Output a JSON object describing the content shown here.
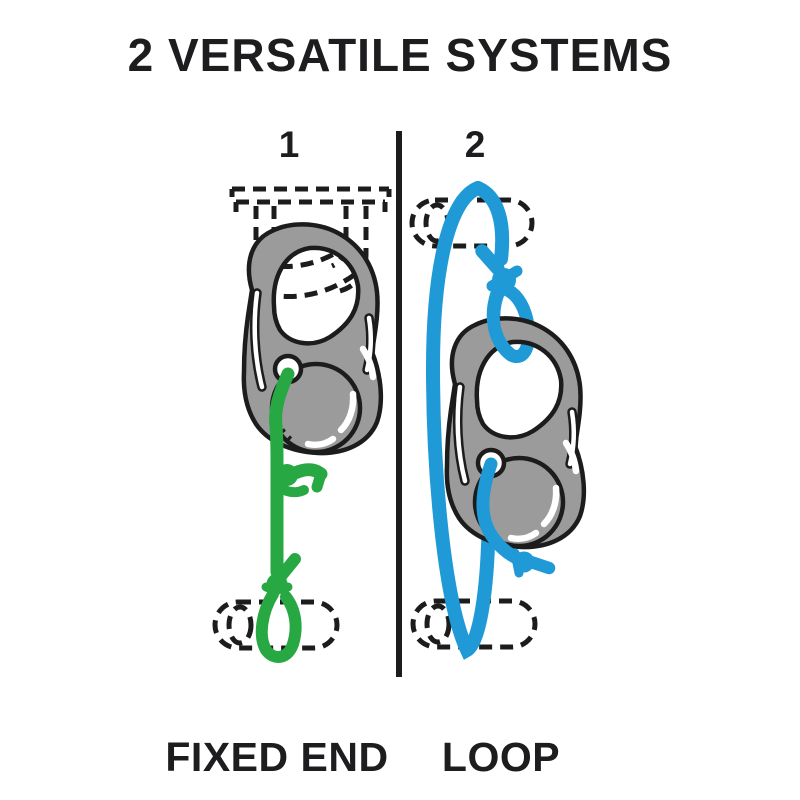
{
  "title": "2 VERSATILE SYSTEMS",
  "panels": [
    {
      "number": "1",
      "label": "FIXED END",
      "cord_color_name": "green"
    },
    {
      "number": "2",
      "label": "LOOP",
      "cord_color_name": "blue"
    }
  ],
  "colors": {
    "cord_green": "#27a843",
    "cord_blue": "#1f9ad6",
    "hardware_gray": "#9b9b9b",
    "outline_black": "#1c1c1c",
    "background": "#ffffff",
    "text": "#1d1d20"
  },
  "icons": [
    {
      "name": "carabiner-cord-tightener-icon",
      "shape": "gray carabiner clip with rope-adjust dial"
    },
    {
      "name": "dashed-rail-icon",
      "shape": "dashed anchor rail with strap loop"
    },
    {
      "name": "dashed-cylinder-icon",
      "shape": "dashed anchor bar capsule"
    }
  ]
}
